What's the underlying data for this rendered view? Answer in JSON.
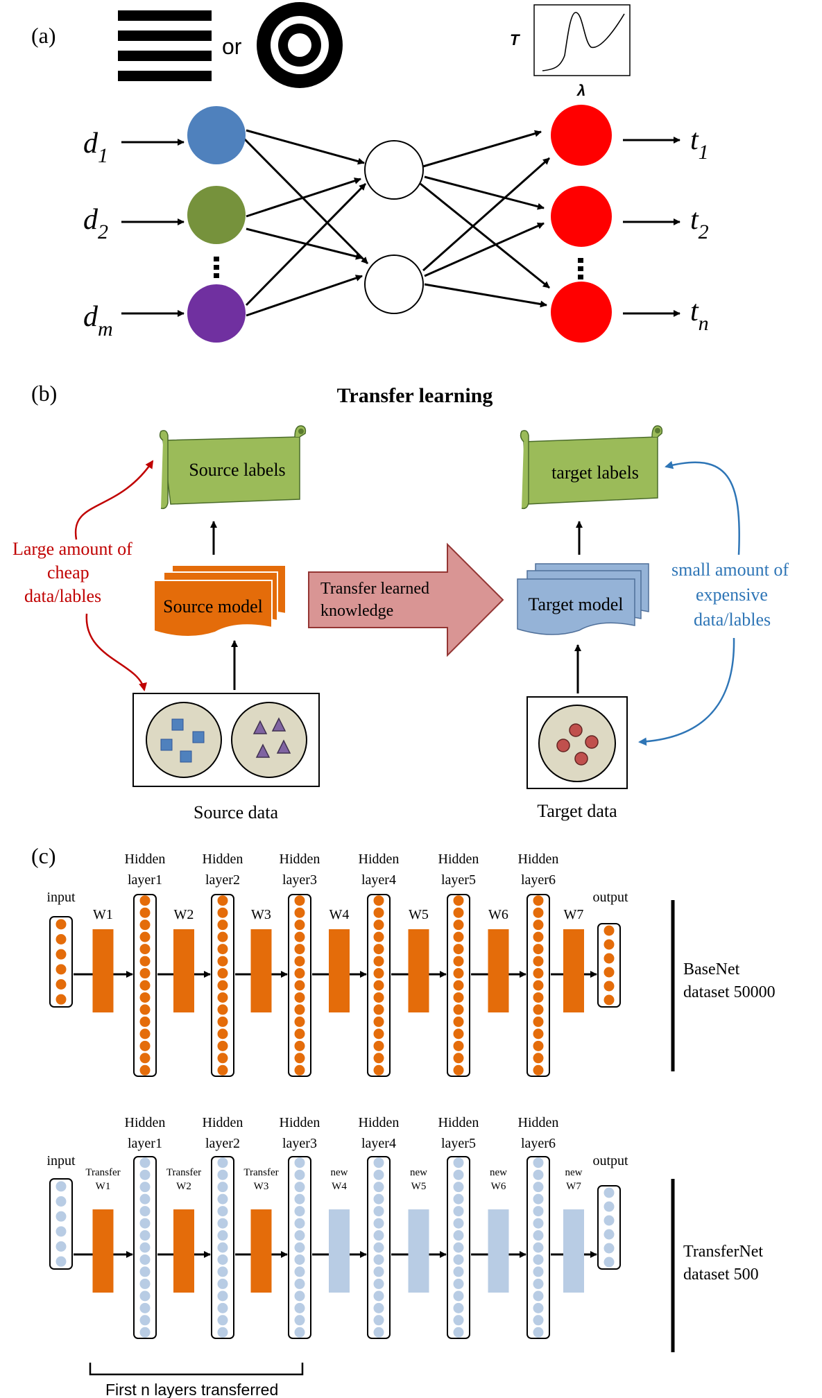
{
  "panel_a": {
    "label": "(a)",
    "or_text": "or",
    "plot_y_label": "T",
    "plot_x_label": "λ",
    "inputs": [
      {
        "base": "d",
        "sub": "1",
        "color": "#4f81bd"
      },
      {
        "base": "d",
        "sub": "2",
        "color": "#76923c"
      },
      {
        "base": "d",
        "sub": "m",
        "color": "#7030a0"
      }
    ],
    "outputs": [
      {
        "base": "t",
        "sub": "1"
      },
      {
        "base": "t",
        "sub": "2"
      },
      {
        "base": "t",
        "sub": "n"
      }
    ],
    "output_color": "#ff0000"
  },
  "panel_b": {
    "label": "(b)",
    "title": "Transfer learning",
    "source_labels": "Source labels",
    "target_labels": "target labels",
    "source_model": "Source model",
    "target_model": "Target model",
    "transfer_line1": "Transfer learned",
    "transfer_line2": "knowledge",
    "left_note": [
      "Large amount of",
      "cheap",
      "data/lables"
    ],
    "right_note": [
      "small amount of",
      "expensive",
      "data/lables"
    ],
    "source_data": "Source data",
    "target_data": "Target data",
    "colors": {
      "label_green": "#9bbb59",
      "model_orange": "#e46c0a",
      "model_blue": "#95b3d7",
      "arrow_red": "#d99594",
      "note_red": "#c00000",
      "note_blue": "#2e75b6"
    }
  },
  "panel_c": {
    "label": "(c)",
    "base": {
      "input": "input",
      "output": "output",
      "hidden": [
        [
          "Hidden",
          "layer1"
        ],
        [
          "Hidden",
          "layer2"
        ],
        [
          "Hidden",
          "layer3"
        ],
        [
          "Hidden",
          "layer4"
        ],
        [
          "Hidden",
          "layer5"
        ],
        [
          "Hidden",
          "layer6"
        ]
      ],
      "weights": [
        "W1",
        "W2",
        "W3",
        "W4",
        "W5",
        "W6",
        "W7"
      ],
      "caption": [
        "BaseNet",
        "dataset 50000"
      ]
    },
    "transfer": {
      "input": "input",
      "output": "output",
      "hidden": [
        [
          "Hidden",
          "layer1"
        ],
        [
          "Hidden",
          "layer2"
        ],
        [
          "Hidden",
          "layer3"
        ],
        [
          "Hidden",
          "layer4"
        ],
        [
          "Hidden",
          "layer5"
        ],
        [
          "Hidden",
          "layer6"
        ]
      ],
      "weights": [
        [
          "Transfer",
          "W1"
        ],
        [
          "Transfer",
          "W2"
        ],
        [
          "Transfer",
          "W3"
        ],
        [
          "new",
          "W4"
        ],
        [
          "new",
          "W5"
        ],
        [
          "new",
          "W6"
        ],
        [
          "new",
          "W7"
        ]
      ],
      "caption": [
        "TransferNet",
        "dataset 500"
      ],
      "bracket_label": "First n layers transferred"
    },
    "colors": {
      "orange": "#e46c0a",
      "light_blue": "#b8cce4"
    }
  }
}
